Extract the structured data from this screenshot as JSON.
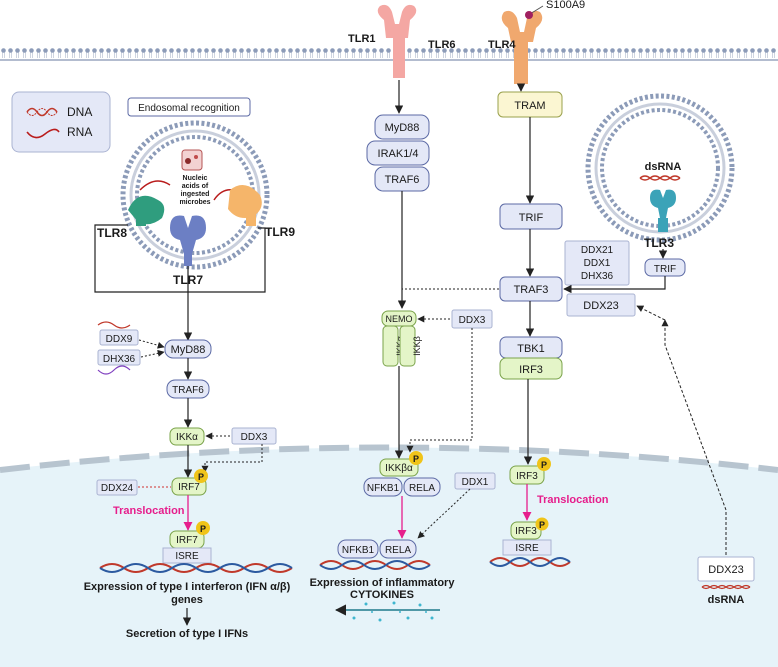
{
  "legend": {
    "dna_label": "DNA",
    "rna_label": "RNA"
  },
  "endosome": {
    "title": "Endosomal recognition",
    "content_label_1": "Nucleic",
    "content_label_2": "acids of",
    "content_label_3": "ingested",
    "content_label_4": "microbes",
    "receptor_1": "TLR8",
    "receptor_2": "TLR7",
    "receptor_3": "TLR9"
  },
  "surface_receptors": {
    "tlr1": "TLR1",
    "tlr6": "TLR6",
    "tlr4": "TLR4",
    "ligand": "S100A9"
  },
  "tlr3_endosome": {
    "ligand": "dsRNA",
    "receptor": "TLR3",
    "adaptor": "TRIF"
  },
  "left_pathway": {
    "myd88": "MyD88",
    "traf6": "TRAF6",
    "ikka": "IKKα",
    "irf7": "IRF7",
    "irf7_nuclear": "IRF7",
    "isre": "ISRE",
    "ddx9": "DDX9",
    "dhx36": "DHX36",
    "ddx3": "DDX3",
    "ddx24": "DDX24",
    "translocation": "Translocation",
    "phospho_1": "P",
    "phospho_2": "P",
    "expression_line_1": "Expression of type I interferon (IFN α/β)",
    "expression_line_2": "genes",
    "secretion": "Secretion of type I IFNs"
  },
  "middle_pathway": {
    "myd88": "MyD88",
    "irak": "IRAK1/4",
    "traf6": "TRAF6",
    "nemo": "NEMO",
    "ikka": "IKKα",
    "ikkb": "IKKβ",
    "ddx3": "DDX3",
    "ikkba": "IKKβα",
    "phospho": "P",
    "nfkb1": "NFKB1",
    "rela": "RELA",
    "ddx1": "DDX1",
    "nfkb1_nuclear": "NFKB1",
    "rela_nuclear": "RELA",
    "expression_line_1": "Expression of inflammatory",
    "expression_line_2": "CYTOKINES"
  },
  "right_pathway": {
    "tram": "TRAM",
    "trif": "TRIF",
    "traf3": "TRAF3",
    "ddx21": "DDX21",
    "ddx1": "DDX1",
    "dhx36": "DHX36",
    "ddx23": "DDX23",
    "tbk1": "TBK1",
    "irf3": "IRF3",
    "irf3_phos": "IRF3",
    "phospho_1": "P",
    "translocation": "Translocation",
    "irf3_nuclear": "IRF3",
    "phospho_2": "P",
    "isre": "ISRE",
    "ddx23_nuclear": "DDX23",
    "dsrna_nuclear": "dsRNA"
  },
  "colors": {
    "node_fill": "#e4e8f7",
    "node_stroke": "#5c6aa5",
    "green_fill": "#e4f5c8",
    "green_stroke": "#7aa34a",
    "tram_fill": "#fbf6d2",
    "phospho": "#f0c419",
    "translocation": "#e61e8c",
    "nucleus": "#e6f3f9",
    "membrane": "#8c9bb8"
  }
}
